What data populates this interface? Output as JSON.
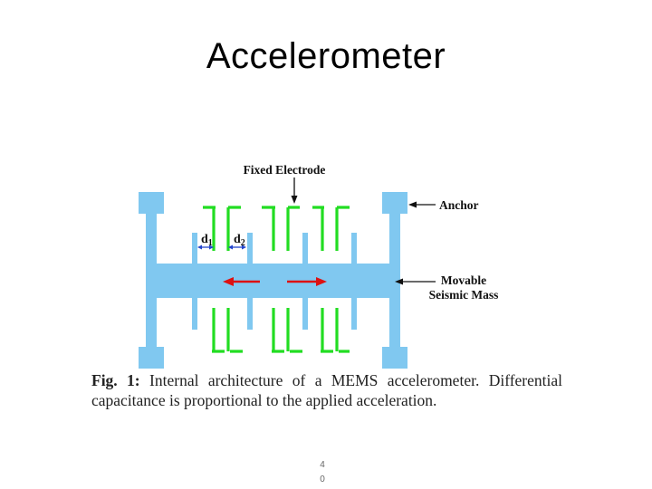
{
  "slide": {
    "title": "Accelerometer",
    "page_number_line1": "4",
    "page_number_line2": "0"
  },
  "diagram": {
    "labels": {
      "fixed_electrode": "Fixed Electrode",
      "anchor": "Anchor",
      "movable_line1": "Movable",
      "movable_line2": "Seismic Mass",
      "d1_main": "d",
      "d1_sub": "1",
      "d2_main": "d",
      "d2_sub": "2"
    },
    "colors": {
      "structure": "#80c8f0",
      "electrode": "#22dd22",
      "force_arrow": "#dd1111",
      "gap_arrow": "#2244cc",
      "annotation": "#111111"
    },
    "caption": {
      "fig_label": "Fig. 1:",
      "text": "Internal architecture of a MEMS accelerometer. Differential capacitance is proportional to the applied acceleration."
    }
  }
}
